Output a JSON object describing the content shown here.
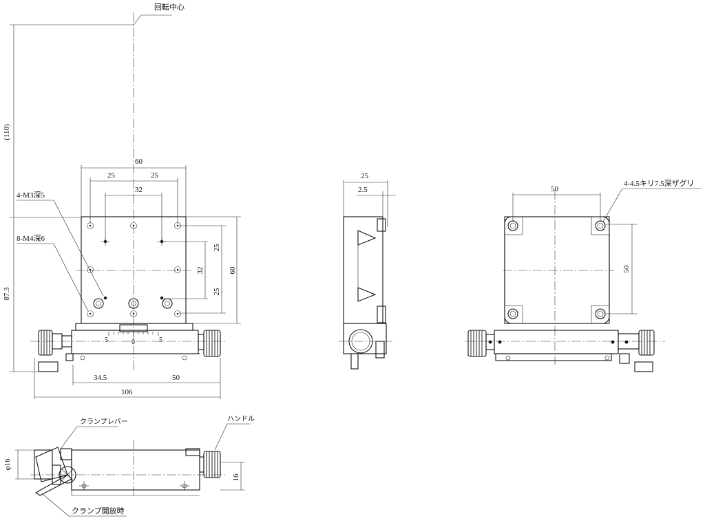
{
  "labels": {
    "rotation_center": "回転中心",
    "m3_holes": "4-M3深5",
    "m4_holes": "8-M4深6",
    "counterbore": "4-4.5キリ7.5深ザグリ",
    "clamp_lever": "クランプレバー",
    "handle": "ハンドル",
    "clamp_open": "クランプ開放時",
    "scale_minus": "5",
    "scale_zero": "0",
    "scale_plus": "5"
  },
  "dimensions": {
    "front": {
      "overall_height": "(110)",
      "width_60": "60",
      "d25_left": "25",
      "d25_right": "25",
      "d32": "32",
      "v25_top": "25",
      "v32": "32",
      "v25_bottom": "25",
      "v60": "60",
      "h87_3": "87.3",
      "d34_5": "34.5",
      "d50": "50",
      "d106": "106"
    },
    "side": {
      "d25": "25",
      "d2_5": "2.5"
    },
    "back": {
      "d50": "50",
      "v50": "50"
    },
    "bottom": {
      "phi16": "φ16",
      "d16": "16"
    }
  }
}
